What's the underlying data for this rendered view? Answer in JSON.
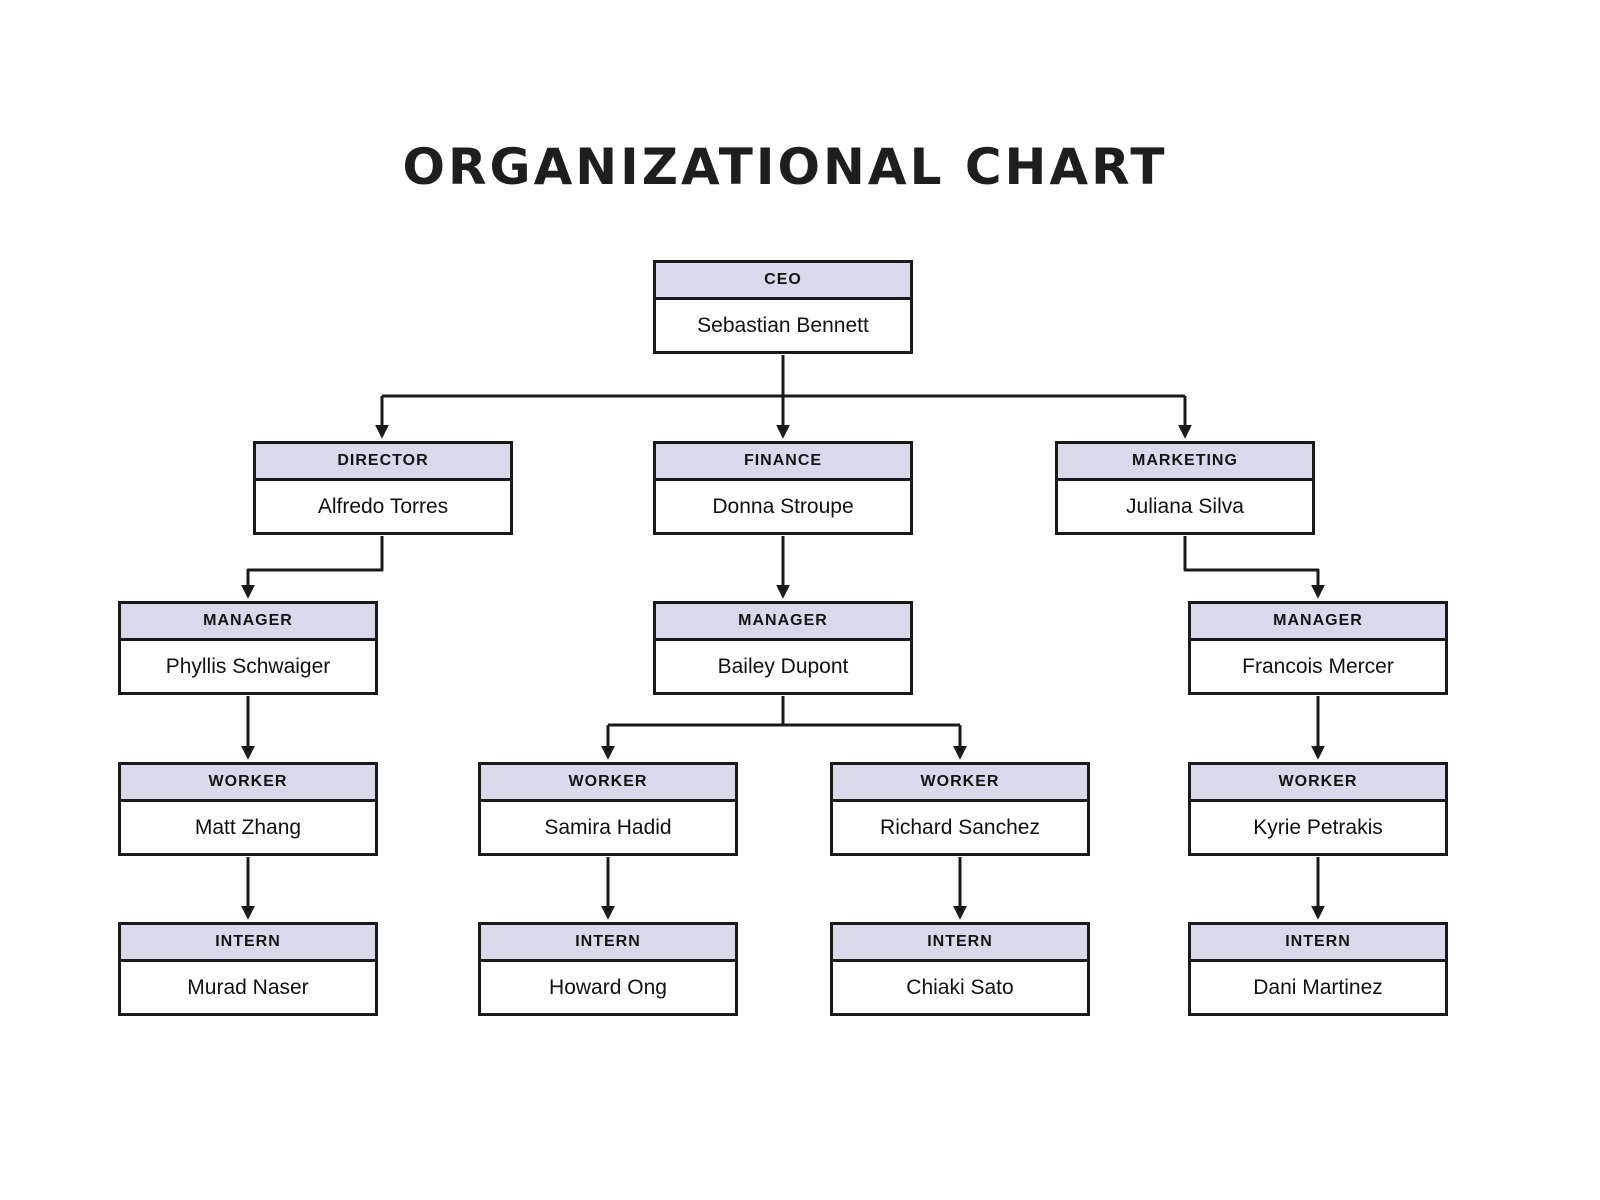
{
  "title": "ORGANIZATIONAL CHART",
  "nodes": [
    {
      "id": "ceo",
      "role": "CEO",
      "name": "Sebastian Bennett",
      "parent": null
    },
    {
      "id": "director",
      "role": "DIRECTOR",
      "name": "Alfredo Torres",
      "parent": "ceo"
    },
    {
      "id": "finance",
      "role": "FINANCE",
      "name": "Donna Stroupe",
      "parent": "ceo"
    },
    {
      "id": "marketing",
      "role": "MARKETING",
      "name": "Juliana Silva",
      "parent": "ceo"
    },
    {
      "id": "manager-1",
      "role": "MANAGER",
      "name": "Phyllis Schwaiger",
      "parent": "director"
    },
    {
      "id": "manager-2",
      "role": "MANAGER",
      "name": "Bailey Dupont",
      "parent": "finance"
    },
    {
      "id": "manager-3",
      "role": "MANAGER",
      "name": "Francois Mercer",
      "parent": "marketing"
    },
    {
      "id": "worker-1",
      "role": "WORKER",
      "name": "Matt Zhang",
      "parent": "manager-1"
    },
    {
      "id": "worker-2",
      "role": "WORKER",
      "name": "Samira Hadid",
      "parent": "manager-2"
    },
    {
      "id": "worker-3",
      "role": "WORKER",
      "name": "Richard Sanchez",
      "parent": "manager-2"
    },
    {
      "id": "worker-4",
      "role": "WORKER",
      "name": "Kyrie Petrakis",
      "parent": "manager-3"
    },
    {
      "id": "intern-1",
      "role": "INTERN",
      "name": "Murad Naser",
      "parent": "worker-1"
    },
    {
      "id": "intern-2",
      "role": "INTERN",
      "name": "Howard Ong",
      "parent": "worker-2"
    },
    {
      "id": "intern-3",
      "role": "INTERN",
      "name": "Chiaki Sato",
      "parent": "worker-3"
    },
    {
      "id": "intern-4",
      "role": "INTERN",
      "name": "Dani Martinez",
      "parent": "worker-4"
    }
  ],
  "colors": {
    "background": "#ffffff",
    "border": "#1a1a1a",
    "connector": "#1a1a1a",
    "header_bg": "#d9d9ec",
    "title": "#1e1e1e"
  }
}
